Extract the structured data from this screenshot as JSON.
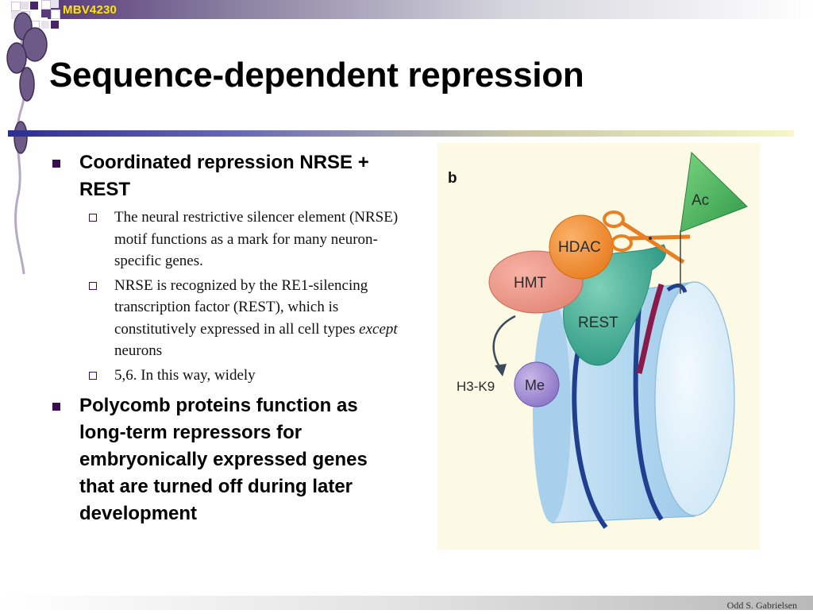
{
  "header": {
    "course_code": "MBV4230"
  },
  "slide": {
    "title": "Sequence-dependent repression",
    "bullets": [
      {
        "text": "Coordinated repression NRSE + REST",
        "subbullets": [
          {
            "text": "The neural restrictive silencer element (NRSE) motif functions as a mark for many neuron-specific genes."
          },
          {
            "before": "NRSE is recognized by the RE1-silencing transcription factor (REST), which is constitutively expressed in all cell types ",
            "italic": "except",
            "after": " neurons"
          },
          {
            "text": "5,6. In this way, widely"
          }
        ]
      },
      {
        "text": "Polycomb proteins function as long-term repressors for embryonically expressed genes that are turned off during later development"
      }
    ]
  },
  "figure": {
    "panel_letter": "b",
    "labels": {
      "ac": "Ac",
      "hdac": "HDAC",
      "hmt": "HMT",
      "rest": "REST",
      "h3k9": "H3-K9",
      "me": "Me"
    }
  },
  "footer": {
    "author": "Odd S. Gabrielsen"
  },
  "colors": {
    "header_text": "#ffe400",
    "bullet": "#3a0d53",
    "band_dark": "#3a3a9a",
    "band_light": "#f3f3c0",
    "bead": "#6e5a86",
    "panel_bg": "#fcf9e4"
  }
}
